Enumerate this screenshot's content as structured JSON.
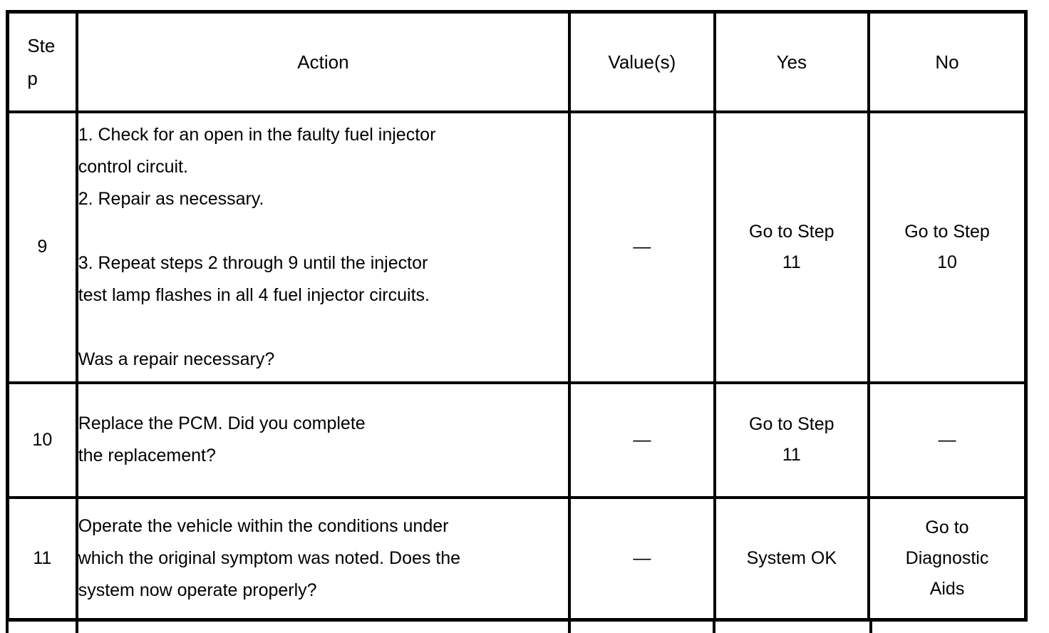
{
  "document": {
    "type": "diagnostic-procedure-table",
    "title": "",
    "text_color": "#000000",
    "background_color": "#FFFFFF",
    "border_color": "#000000"
  },
  "table": {
    "headers": {
      "step": "Step",
      "action": "Action",
      "value": "Value(s)",
      "yes": "Yes",
      "no": "No"
    },
    "rows": [
      {
        "step": "9",
        "action_lines": [
          "1.   Check for an open in the faulty fuel injector",
          "control circuit.",
          "2.   Repair as necessary.",
          "",
          "3.   Repeat steps 2 through 9 until the injector",
          "test lamp flashes in all 4 fuel injector circuits.",
          "",
          " Was a repair necessary?"
        ],
        "value": "—",
        "yes_line1": "Go to Step",
        "yes_line2": "11",
        "no_line1": "Go to Step",
        "no_line2": "10"
      },
      {
        "step": "10",
        "action_lines": [
          "Replace the PCM. Did you complete",
          "the replacement?"
        ],
        "value": "—",
        "yes_line1": "Go to Step",
        "yes_line2": "11",
        "no_line1": "—",
        "no_line2": ""
      },
      {
        "step": "11",
        "action_lines": [
          "Operate the vehicle within the conditions under",
          "which the original symptom was noted. Does the",
          "system now operate properly?"
        ],
        "value": "—",
        "yes_line1": "System OK",
        "yes_line2": "",
        "no_line1": "Go to",
        "no_line2": "Diagnostic",
        "no_line3": "Aids"
      }
    ]
  }
}
